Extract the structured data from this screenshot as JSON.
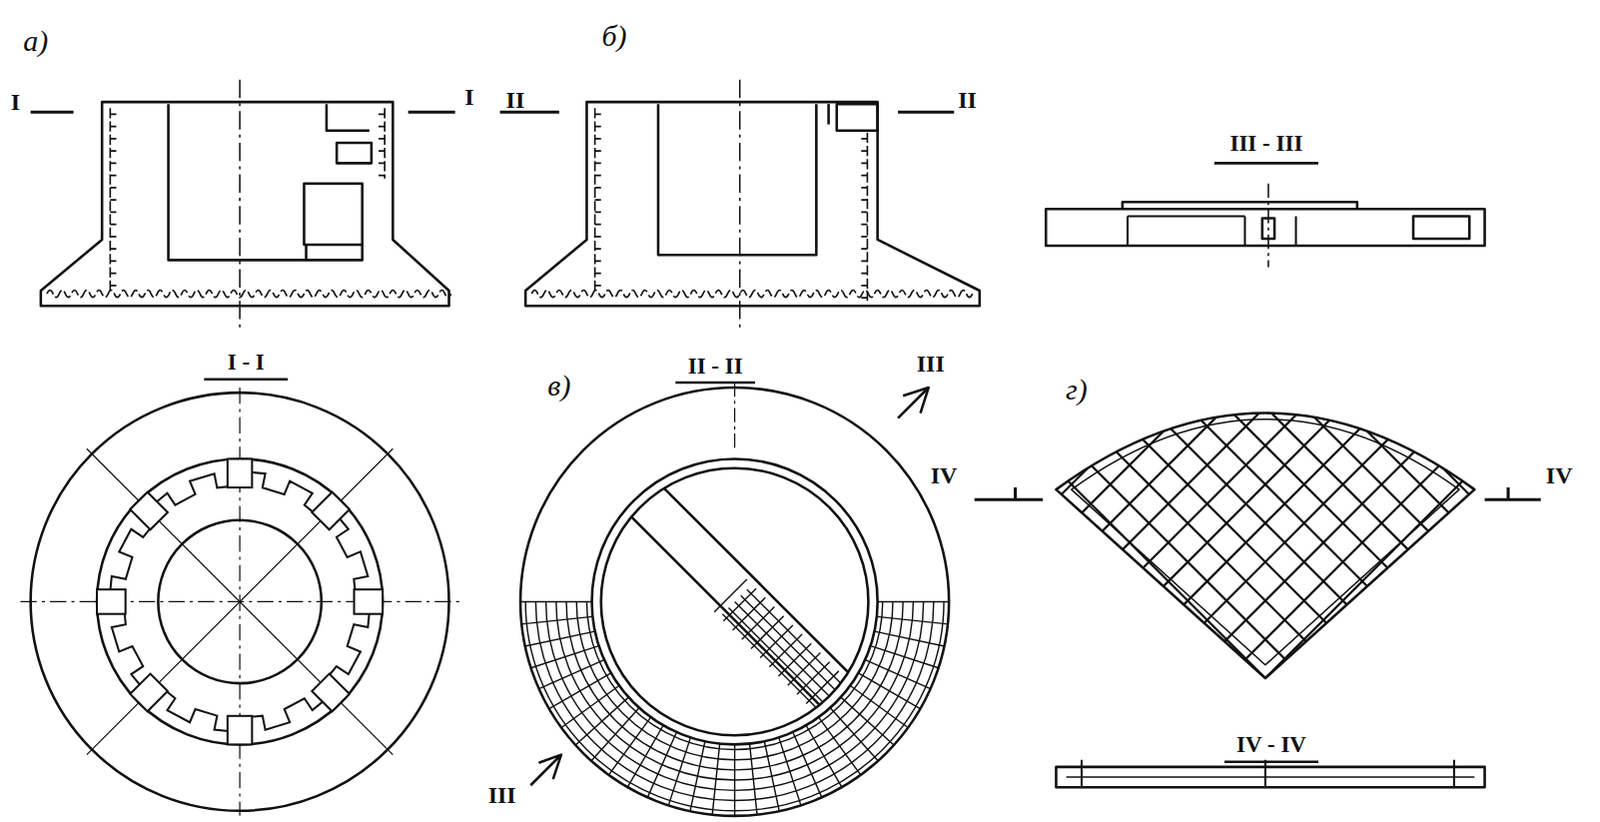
{
  "diagram": {
    "labels": [
      "а)",
      "б)",
      "I",
      "I",
      "II",
      "II",
      "III - III",
      "I - I",
      "II - II",
      "в)",
      "III",
      "г)",
      "IV",
      "IV",
      "III",
      "IV - IV"
    ]
  }
}
